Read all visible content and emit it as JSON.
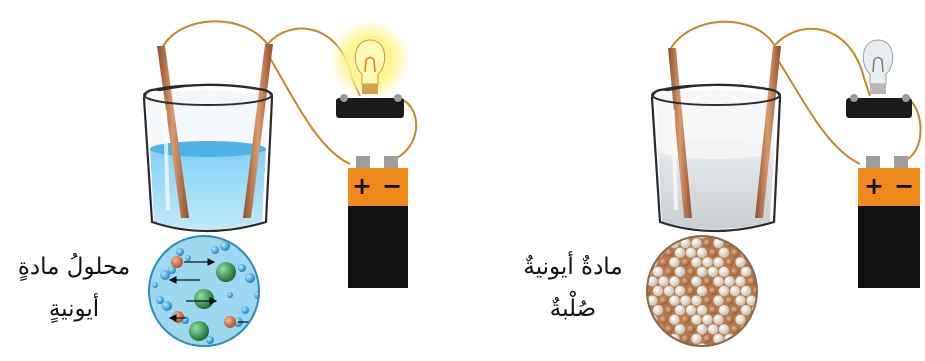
{
  "left_panel": {
    "caption_line1": "محلولُ مادةٍ",
    "caption_line2": "أيونيةٍ",
    "battery_plus": "+",
    "battery_minus": "−",
    "bulb_lit": true
  },
  "right_panel": {
    "caption_line1": "مادةٌ أيونيةٌ",
    "caption_line2": "صُلْبةٌ",
    "battery_plus": "+",
    "battery_minus": "−",
    "bulb_lit": false
  },
  "colors": {
    "wire": "#c8862a",
    "electrode": "#b8734a",
    "water": "#6ec3ee",
    "solid": "#d8dde0",
    "battery_orange": "#f08a1c",
    "battery_body": "#111111",
    "glow": "#fff38a",
    "sodium_ion": "#d9875a",
    "chloride_ion": "#2f8f4a",
    "water_molecule": "#3aa9df"
  }
}
